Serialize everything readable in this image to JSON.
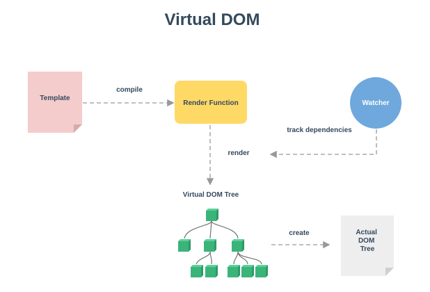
{
  "title": "Virtual DOM",
  "nodes": {
    "template": "Template",
    "render_function": "Render Function",
    "watcher": "Watcher",
    "virtual_dom_tree": "Virtual DOM Tree",
    "actual_dom_tree": [
      "Actual",
      "DOM",
      "Tree"
    ]
  },
  "edges": {
    "compile": "compile",
    "render": "render",
    "track_dependencies": "track dependencies",
    "create": "create"
  },
  "colors": {
    "title": "#34495e",
    "template_fill": "#f4cccc",
    "render_fill": "#ffd966",
    "watcher_fill": "#6fa8dc",
    "cube": "#3bb47a",
    "arrow": "#999999",
    "doc_fill": "#eeeeee"
  }
}
